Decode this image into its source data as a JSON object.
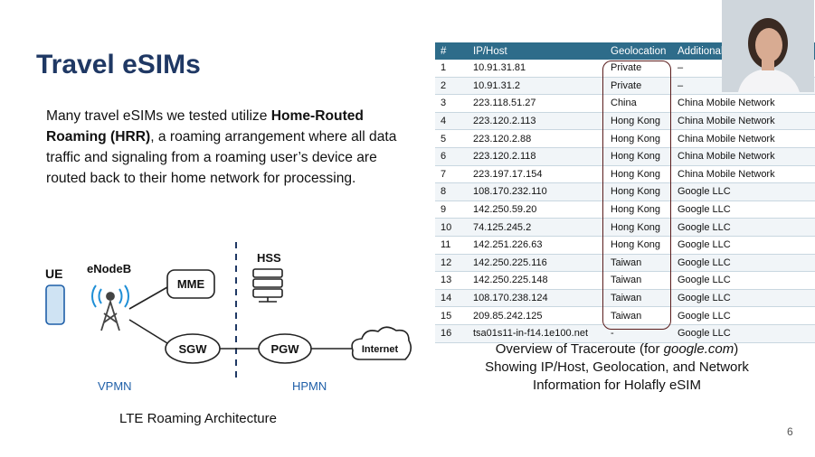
{
  "slide": {
    "title": "Travel eSIMs",
    "page_number": "6",
    "paragraph": {
      "part1": "Many travel eSIMs we tested utilize ",
      "bold": "Home-Routed Roaming (HRR)",
      "part2": ", a roaming arrangement where all data traffic and signaling from a roaming user’s device are routed back to their home network for processing."
    }
  },
  "diagram": {
    "caption": "LTE Roaming Architecture",
    "ue": "UE",
    "enodeb": "eNodeB",
    "mme": "MME",
    "hss": "HSS",
    "sgw": "SGW",
    "pgw": "PGW",
    "internet": "Internet",
    "vpmn": "VPMN",
    "hpmn": "HPMN"
  },
  "table": {
    "headers": [
      "#",
      "IP/Host",
      "Geolocation",
      "Additional"
    ],
    "rows": [
      [
        "1",
        "10.91.31.81",
        "Private",
        "–"
      ],
      [
        "2",
        "10.91.31.2",
        "Private",
        "–"
      ],
      [
        "3",
        "223.118.51.27",
        "China",
        "China Mobile Network"
      ],
      [
        "4",
        "223.120.2.113",
        "Hong Kong",
        "China Mobile Network"
      ],
      [
        "5",
        "223.120.2.88",
        "Hong Kong",
        "China Mobile Network"
      ],
      [
        "6",
        "223.120.2.118",
        "Hong Kong",
        "China Mobile Network"
      ],
      [
        "7",
        "223.197.17.154",
        "Hong Kong",
        "China Mobile Network"
      ],
      [
        "8",
        "108.170.232.110",
        "Hong Kong",
        "Google LLC"
      ],
      [
        "9",
        "142.250.59.20",
        "Hong Kong",
        "Google LLC"
      ],
      [
        "10",
        "74.125.245.2",
        "Hong Kong",
        "Google LLC"
      ],
      [
        "11",
        "142.251.226.63",
        "Hong Kong",
        "Google LLC"
      ],
      [
        "12",
        "142.250.225.116",
        "Taiwan",
        "Google LLC"
      ],
      [
        "13",
        "142.250.225.148",
        "Taiwan",
        "Google LLC"
      ],
      [
        "14",
        "108.170.238.124",
        "Taiwan",
        "Google LLC"
      ],
      [
        "15",
        "209.85.242.125",
        "Taiwan",
        "Google LLC"
      ],
      [
        "16",
        "tsa01s11-in-f14.1e100.net",
        "-",
        "Google LLC"
      ]
    ],
    "caption": {
      "line1a": "Overview of Traceroute (for ",
      "line1_italic": "google.com",
      "line1b": ")",
      "line2": "Showing IP/Host, Geolocation, and Network",
      "line3": "Information for Holafly eSIM"
    }
  },
  "colors": {
    "title": "#1f3864",
    "table_header": "#2e6c8a",
    "vpmn_label": "#1f5fa8",
    "highlight_oval": "#5a1d1d"
  }
}
